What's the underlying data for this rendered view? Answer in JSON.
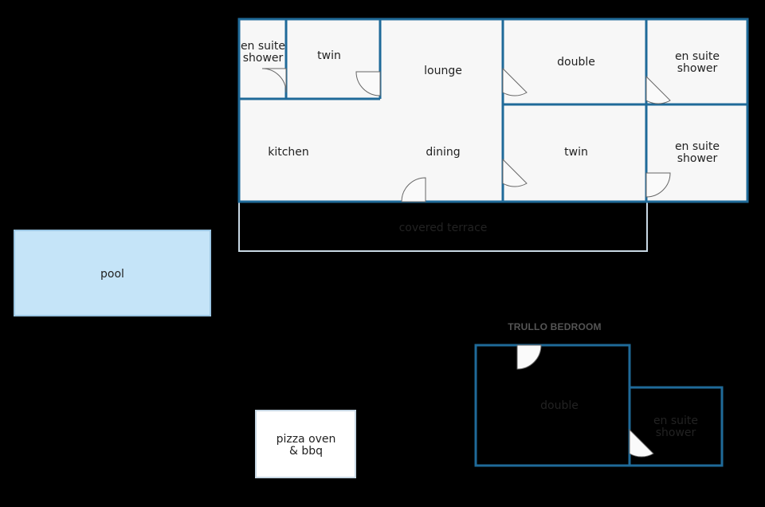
{
  "colors": {
    "background": "#000000",
    "wall": "#1f6a99",
    "room_fill": "#f7f7f7",
    "pool_fill": "#c5e4f8",
    "terrace_fill": "#ffffff"
  },
  "rooms": {
    "en_suite_shower_1": [
      "en suite",
      "shower"
    ],
    "twin_1": "twin",
    "lounge": "lounge",
    "double_1": "double",
    "en_suite_shower_2": [
      "en suite",
      "shower"
    ],
    "kitchen": "kitchen",
    "dining": "dining",
    "twin_2": "twin",
    "en_suite_shower_3": [
      "en suite",
      "shower"
    ],
    "covered_terrace": "covered terrace",
    "pool": "pool",
    "pizza_oven": [
      "pizza oven",
      "& bbq"
    ],
    "trullo_double": "double",
    "en_suite_shower_4": [
      "en suite",
      "shower"
    ]
  },
  "trullo_title": "TRULLO BEDROOM"
}
